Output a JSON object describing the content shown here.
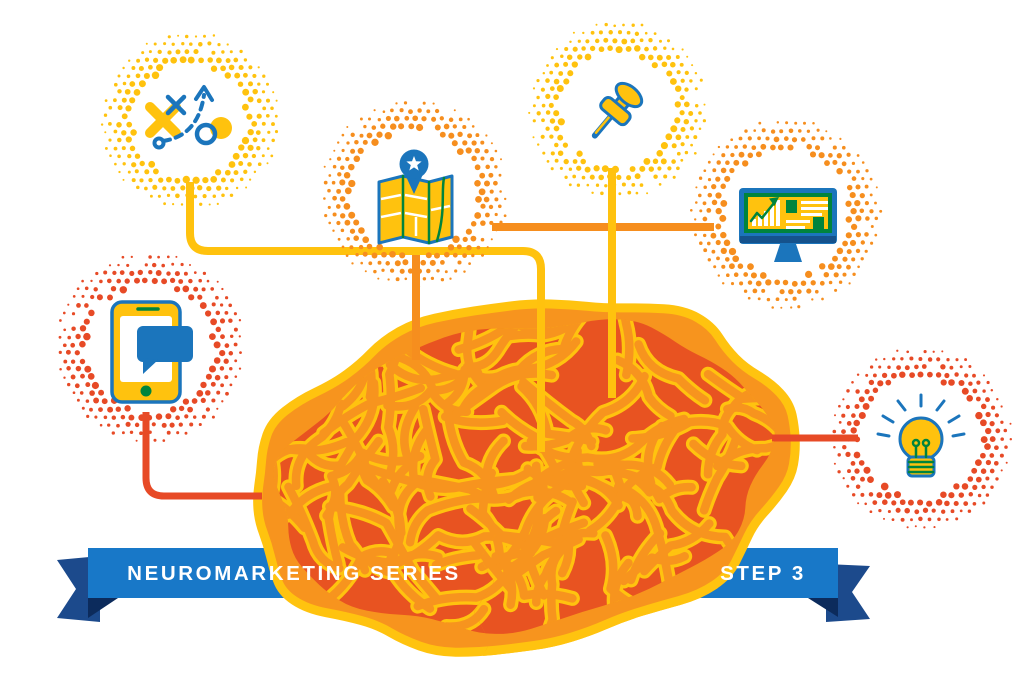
{
  "banner": {
    "left_label": "NEUROMARKETING SERIES",
    "right_label": "STEP 3",
    "bar_color": "#1878C8",
    "tail_color": "#1C4A8C",
    "fold_color": "#0C2B5C",
    "text_color": "#FFFFFF"
  },
  "brain": {
    "outline_color": "#FFC30F",
    "gyri_color": "#F7941E",
    "base_color": "#E85321"
  },
  "palette": {
    "yellow": "#FFC20E",
    "orange": "#F68E1E",
    "red": "#E74A26",
    "blue": "#1B75BC",
    "green": "#00843D",
    "white": "#FFFFFF",
    "monitor_shadow": "#15528C"
  },
  "nodes": [
    {
      "id": "strategy",
      "icon": "game-plan-icon",
      "ring_color": "#FFC20E",
      "connector_color": "#FFC20E"
    },
    {
      "id": "map",
      "icon": "map-with-pin-icon",
      "ring_color": "#F68E1E",
      "connector_color": "#F68E1E"
    },
    {
      "id": "pushpin",
      "icon": "pushpin-icon",
      "ring_color": "#FFC20E",
      "connector_color": "#FFC20E"
    },
    {
      "id": "monitor",
      "icon": "analytics-monitor-icon",
      "ring_color": "#F68E1E",
      "connector_color": "#F68E1E"
    },
    {
      "id": "phone",
      "icon": "smartphone-message-icon",
      "ring_color": "#E74A26",
      "connector_color": "#E74A26"
    },
    {
      "id": "lightbulb",
      "icon": "lightbulb-icon",
      "ring_color": "#E74A26",
      "connector_color": "#E74A26"
    }
  ]
}
